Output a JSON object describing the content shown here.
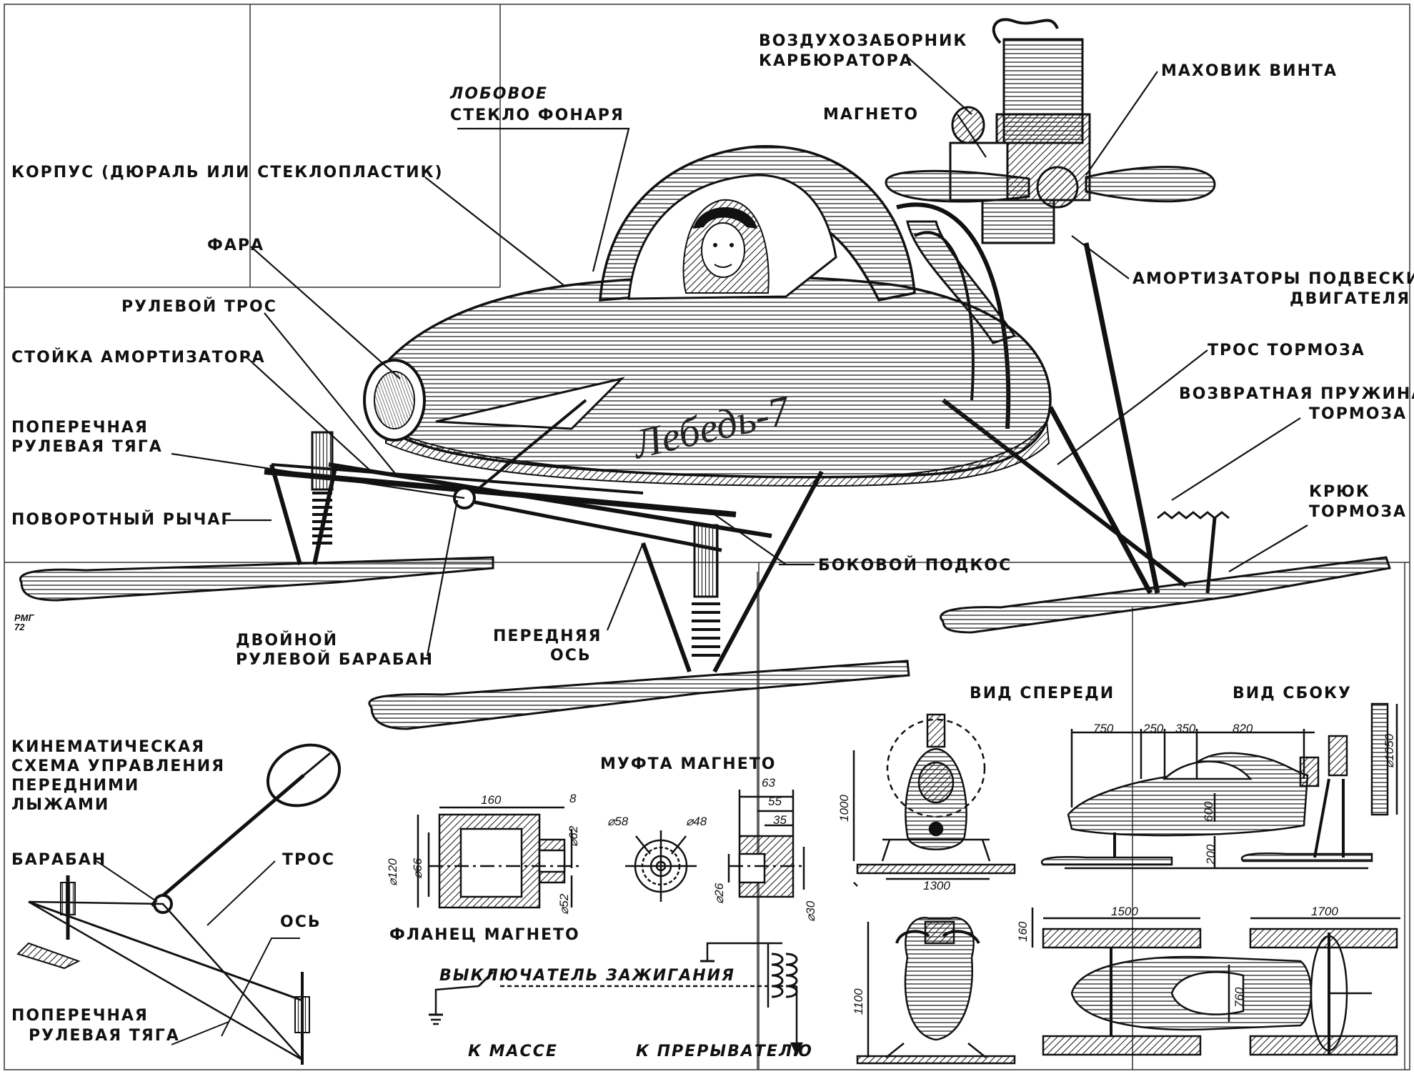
{
  "labels": {
    "korpus": "КОРПУС (ДЮРАЛЬ ИЛИ СТЕКЛОПЛАСТИК)",
    "fara": "ФАРА",
    "rulevoy_tros": "РУЛЕВОЙ ТРОС",
    "stoyka": "СТОЙКА АМОРТИЗАТОРА",
    "poperechnaya_1": "ПОПЕРЕЧНАЯ",
    "rulevaya_tyaga_1": "РУЛЕВАЯ ТЯГА",
    "povorotny_rychag": "ПОВОРОТНЫЙ РЫЧАГ",
    "dvoynoy": "ДВОЙНОЙ",
    "rulevoy_baraban": "РУЛЕВОЙ БАРАБАН",
    "perednyaya": "ПЕРЕДНЯЯ",
    "os_front": "ОСЬ",
    "bokovoy_podkos": "БОКОВОЙ ПОДКОС",
    "lobovoe": "ЛОБОВОЕ",
    "steklo_fonarya": "СТЕКЛО ФОНАРЯ",
    "vozdukhozabornik": "ВОЗДУХОЗАБОРНИК",
    "karbyuratora": "КАРБЮРАТОРА",
    "magneto": "МАГНЕТО",
    "makhovik_vinta": "МАХОВИК ВИНТА",
    "amortizatory_1": "АМОРТИЗАТОРЫ ПОДВЕСКИ",
    "amortizatory_2": "ДВИГАТЕЛЯ",
    "tros_tormoza": "ТРОС ТОРМОЗА",
    "vozvratnaya_1": "ВОЗВРАТНАЯ ПРУЖИНА",
    "vozvratnaya_2": "ТОРМОЗА",
    "kryuk": "КРЮК",
    "kryuk_tormoza": "ТОРМОЗА",
    "kinematic_1": "КИНЕМАТИЧЕСКАЯ",
    "kinematic_2": "СХЕМА УПРАВЛЕНИЯ",
    "kinematic_3": "ПЕРЕДНИМИ",
    "kinematic_4": "ЛЫЖАМИ",
    "baraban": "БАРАБАН",
    "tros": "ТРОС",
    "os": "ОСЬ",
    "poperechnaya_2": "ПОПЕРЕЧНАЯ",
    "rulevaya_tyaga_2": "РУЛЕВАЯ ТЯГА",
    "mufta_magneto": "МУФТА МАГНЕТО",
    "flanets_magneto": "ФЛАНЕЦ МАГНЕТО",
    "vyklyuchatel": "ВЫКЛЮЧАТЕЛЬ ЗАЖИГАНИЯ",
    "k_masse": "К МАССЕ",
    "k_preryvatelyu": "К ПРЕРЫВАТЕЛЮ",
    "vid_speredi": "ВИД СПЕРЕДИ",
    "vid_sboku": "ВИД СБОКУ",
    "author_mark": "РМГ 72",
    "hull_name": "Лебедь-7"
  },
  "dimensions": {
    "flange_160": "160",
    "flange_8": "8",
    "flange_d62": "⌀62",
    "flange_d120": "⌀120",
    "flange_d66": "⌀66",
    "flange_d52": "⌀52",
    "coupling_d58": "⌀58",
    "coupling_d48": "⌀48",
    "coupling_63": "63",
    "coupling_55": "55",
    "coupling_35": "35",
    "coupling_d26": "⌀26",
    "coupling_d30": "⌀30",
    "front_1000": "1000",
    "front_1300": "1300",
    "top_1100": "1100",
    "side_750": "750",
    "side_250": "250",
    "side_350": "350",
    "side_820": "820",
    "side_d1050": "⌀1050",
    "side_600": "600",
    "side_200": "200",
    "plan_160": "160",
    "plan_1500": "1500",
    "plan_1700": "1700",
    "plan_760": "760"
  }
}
